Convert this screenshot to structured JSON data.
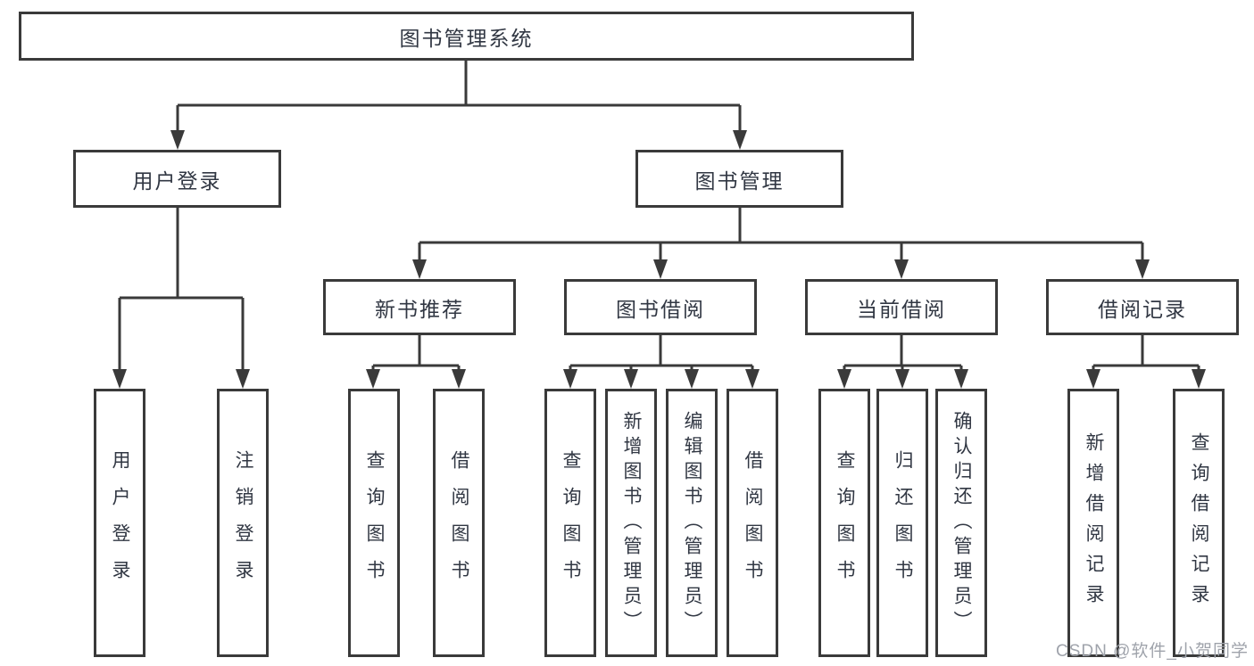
{
  "diagram": {
    "title_node": {
      "label": "图书管理系统"
    },
    "level2": [
      {
        "label": "用户登录"
      },
      {
        "label": "图书管理"
      }
    ],
    "level3": [
      {
        "label": "新书推荐",
        "parent": "图书管理"
      },
      {
        "label": "图书借阅",
        "parent": "图书管理"
      },
      {
        "label": "当前借阅",
        "parent": "图书管理"
      },
      {
        "label": "借阅记录",
        "parent": "图书管理"
      }
    ],
    "leaves": [
      {
        "label": "用户登录",
        "parent": "用户登录"
      },
      {
        "label": "注销登录",
        "parent": "用户登录"
      },
      {
        "label": "查询图书",
        "parent": "新书推荐"
      },
      {
        "label": "借阅图书",
        "parent": "新书推荐"
      },
      {
        "label": "查询图书",
        "parent": "图书借阅"
      },
      {
        "label": "新增图书（管理员）",
        "parent": "图书借阅"
      },
      {
        "label": "编辑图书（管理员）",
        "parent": "图书借阅"
      },
      {
        "label": "借阅图书",
        "parent": "图书借阅"
      },
      {
        "label": "查询图书",
        "parent": "当前借阅"
      },
      {
        "label": "归还图书",
        "parent": "当前借阅"
      },
      {
        "label": "确认归还（管理员）",
        "parent": "当前借阅"
      },
      {
        "label": "新增借阅记录",
        "parent": "借阅记录"
      },
      {
        "label": "查询借阅记录",
        "parent": "借阅记录"
      }
    ],
    "colors": {
      "box_border": "#3a3a3a",
      "text": "#313743",
      "watermark_text": "#9fa3ab",
      "background": "#ffffff"
    }
  },
  "watermark": {
    "text": "CSDN @软件_小贺同学"
  }
}
